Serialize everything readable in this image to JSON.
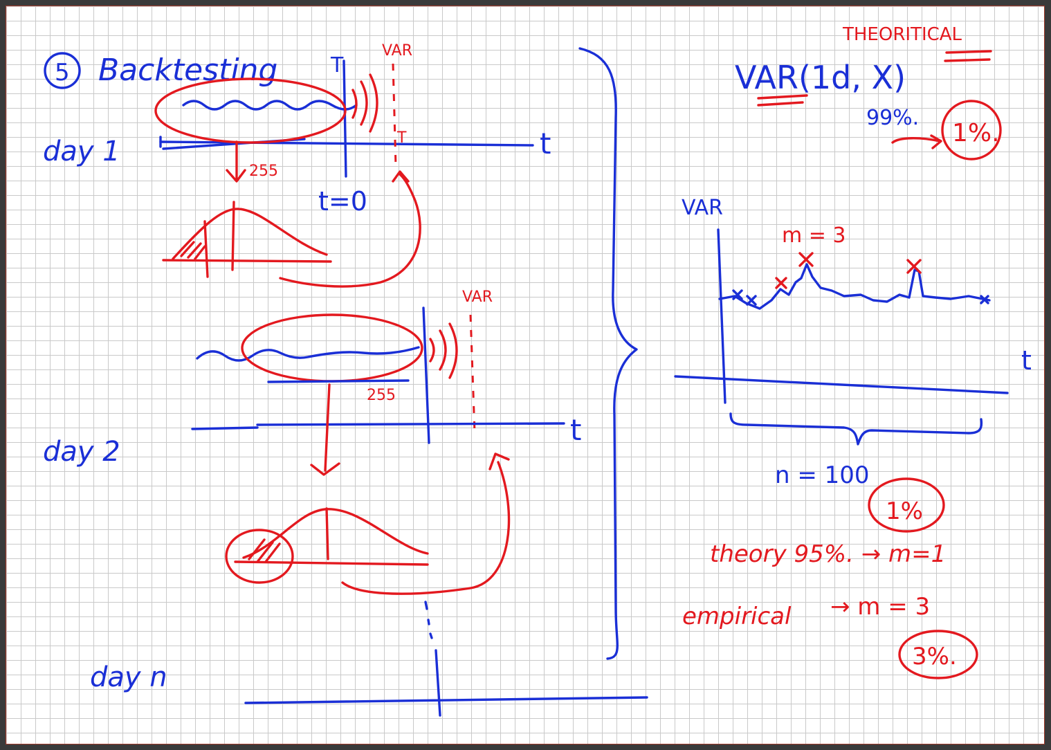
{
  "canvas": {
    "background": "#ffffff",
    "grid_color": "#c9c9c9",
    "frame_color": "#3a3a3a",
    "ink_blue": "#1a2fd6",
    "ink_red": "#e3191f"
  },
  "heading": {
    "number": "5",
    "title": "Backtesting"
  },
  "day_labels": [
    "day 1",
    "day 2",
    "day n"
  ],
  "day1": {
    "T_mark": "T",
    "var_label": "VAR",
    "T_small": "T",
    "t_axis": "t",
    "window_label": "255",
    "t_zero": "t=0"
  },
  "day2": {
    "var_label": "VAR",
    "window_label": "255",
    "t_axis": "t"
  },
  "right_panel": {
    "theoretical": "THEORITICAL",
    "formula": "VAR(1d, X)",
    "confidence": "99%.",
    "tail": "1%.",
    "y_label": "VAR",
    "exceedances": "m = 3",
    "x_axis": "t",
    "sample": "n = 100",
    "sample_tail": "1%",
    "theory_line": "theory 95%. → m=1",
    "empirical_label": "empirical",
    "empirical_result": "→ m = 3",
    "empirical_tail": "3%."
  }
}
